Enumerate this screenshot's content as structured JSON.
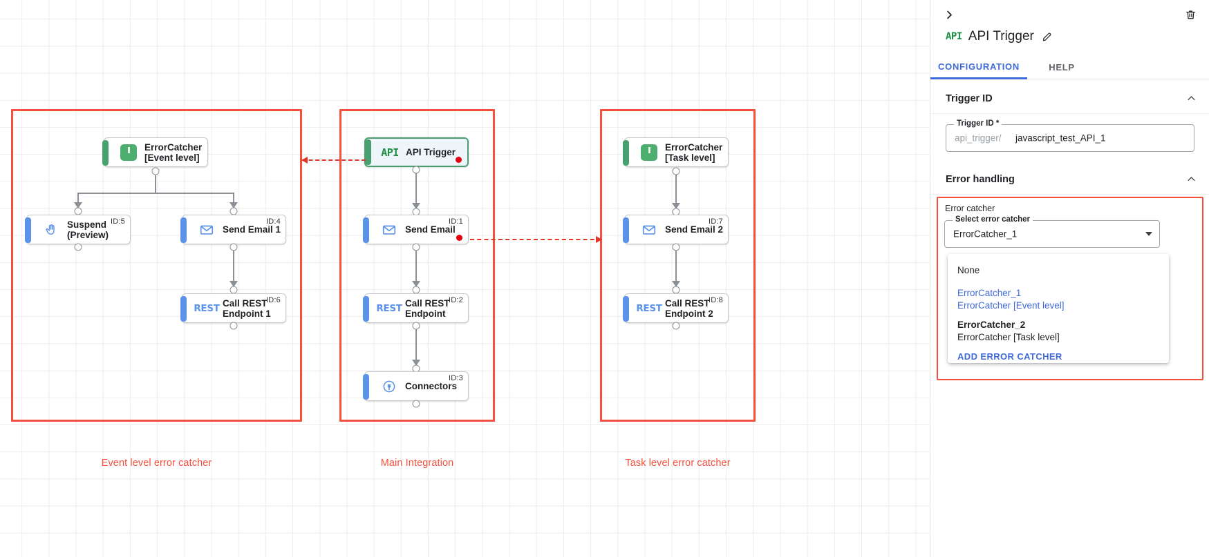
{
  "canvas": {
    "groups": [
      {
        "id": "event-level",
        "caption": "Event level error catcher"
      },
      {
        "id": "main-integration",
        "caption": "Main Integration"
      },
      {
        "id": "task-level",
        "caption": "Task level error catcher"
      }
    ],
    "nodes": [
      {
        "key": "ec1",
        "label": "ErrorCatcher\n[Event level]",
        "icon": "error-catcher-icon",
        "id_label": "",
        "kind": "errcatch"
      },
      {
        "key": "suspend",
        "label": "Suspend\n(Preview)",
        "icon": "hand-icon",
        "id_label": "ID:5",
        "kind": "task"
      },
      {
        "key": "email1",
        "label": "Send Email 1",
        "icon": "envelope-icon",
        "id_label": "ID:4",
        "kind": "task"
      },
      {
        "key": "rest1",
        "label": "Call REST\nEndpoint 1",
        "icon": "rest-icon",
        "id_label": "ID:6",
        "kind": "task"
      },
      {
        "key": "trigger",
        "label": "API Trigger",
        "icon": "api-icon",
        "id_label": "",
        "kind": "trigger"
      },
      {
        "key": "email0",
        "label": "Send Email",
        "icon": "envelope-icon",
        "id_label": "ID:1",
        "kind": "task"
      },
      {
        "key": "rest0",
        "label": "Call REST\nEndpoint",
        "icon": "rest-icon",
        "id_label": "ID:2",
        "kind": "task"
      },
      {
        "key": "conn",
        "label": "Connectors",
        "icon": "connectors-icon",
        "id_label": "ID:3",
        "kind": "task"
      },
      {
        "key": "ec2",
        "label": "ErrorCatcher\n[Task level]",
        "icon": "error-catcher-icon",
        "id_label": "",
        "kind": "errcatch"
      },
      {
        "key": "email2",
        "label": "Send Email 2",
        "icon": "envelope-icon",
        "id_label": "ID:7",
        "kind": "task"
      },
      {
        "key": "rest2",
        "label": "Call REST\nEndpoint 2",
        "icon": "rest-icon",
        "id_label": "ID:8",
        "kind": "task"
      }
    ],
    "icon_text": {
      "api": "API",
      "rest": "REST"
    },
    "colors": {
      "group_border": "#f4503c",
      "caption": "#f4503c",
      "trigger_accent": "#47a06d",
      "task_accent": "#5b93e8",
      "error_dot": "#e3000f",
      "edge": "#8b9096"
    }
  },
  "panel": {
    "collapse_icon": "›",
    "title": "API Trigger",
    "title_badge": "API",
    "tabs": [
      {
        "key": "configuration",
        "label": "CONFIGURATION",
        "active": true
      },
      {
        "key": "help",
        "label": "HELP",
        "active": false
      }
    ],
    "sections": {
      "trigger_id": {
        "heading": "Trigger ID",
        "field_label": "Trigger ID *",
        "prefix": "api_trigger/",
        "value": "javascript_test_API_1"
      },
      "error_handling": {
        "heading": "Error handling",
        "box_title": "Error catcher",
        "select_label": "Select error catcher",
        "select_value": "ErrorCatcher_1",
        "options": [
          {
            "title": "None",
            "sub": "",
            "selected": false,
            "bold": false
          },
          {
            "title": "ErrorCatcher_1",
            "sub": "ErrorCatcher [Event level]",
            "selected": true,
            "bold": false
          },
          {
            "title": "ErrorCatcher_2",
            "sub": "ErrorCatcher [Task level]",
            "selected": false,
            "bold": true
          }
        ],
        "action_label": "ADD ERROR CATCHER"
      }
    },
    "colors": {
      "accent": "#3f6ad8",
      "muted": "#5f6368",
      "error_box": "#f4503c"
    }
  }
}
